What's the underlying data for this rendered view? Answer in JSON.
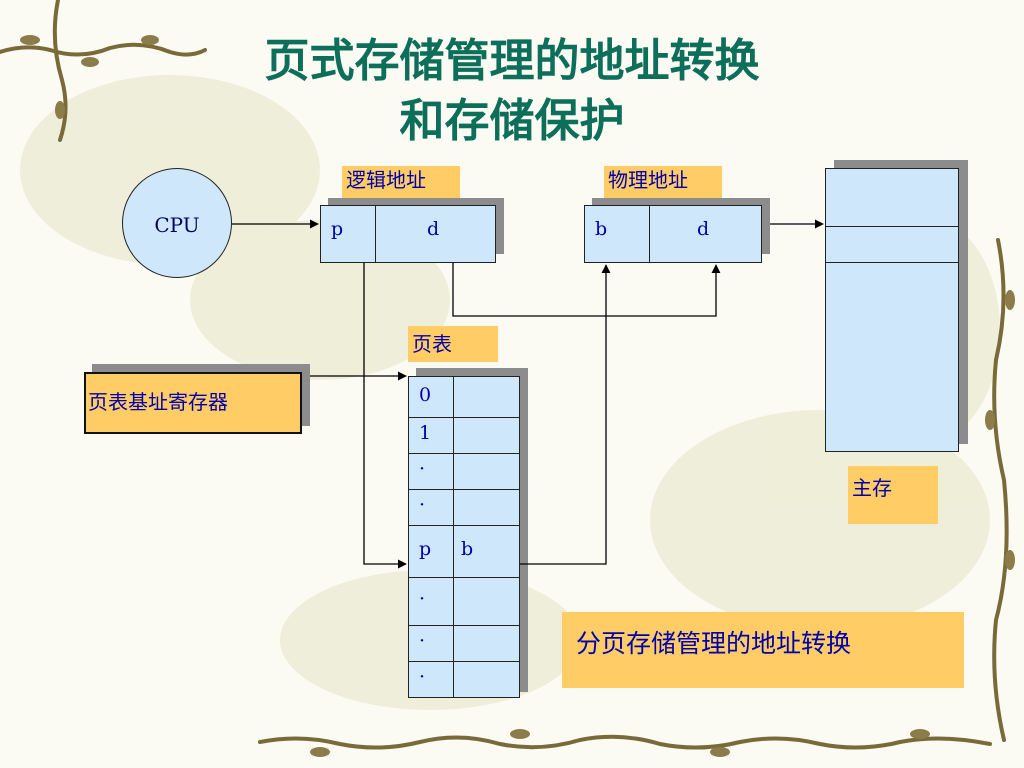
{
  "title": {
    "line1": "页式存储管理的地址转换",
    "line2": "和存储保护"
  },
  "cpu": {
    "label": "CPU"
  },
  "logical_address": {
    "label": "逻辑地址",
    "field_p": "p",
    "field_d": "d"
  },
  "physical_address": {
    "label": "物理地址",
    "field_b": "b",
    "field_d": "d"
  },
  "page_table": {
    "label": "页表",
    "rows": [
      {
        "index": "0",
        "frame": ""
      },
      {
        "index": "1",
        "frame": ""
      },
      {
        "index": "·",
        "frame": ""
      },
      {
        "index": "·",
        "frame": ""
      },
      {
        "index": "p",
        "frame": "b"
      },
      {
        "index": "·",
        "frame": ""
      },
      {
        "index": "·",
        "frame": ""
      },
      {
        "index": "·",
        "frame": ""
      }
    ]
  },
  "base_register": {
    "label": "页表基址寄存器"
  },
  "main_memory": {
    "label": "主存"
  },
  "caption": {
    "text": "分页存储管理的地址转换"
  },
  "colors": {
    "title": "#0d6e5a",
    "label_bg": "#ffcc66",
    "box_fill": "#cfe7fa",
    "text": "#0000aa",
    "decoration": "#7a6a3a"
  }
}
